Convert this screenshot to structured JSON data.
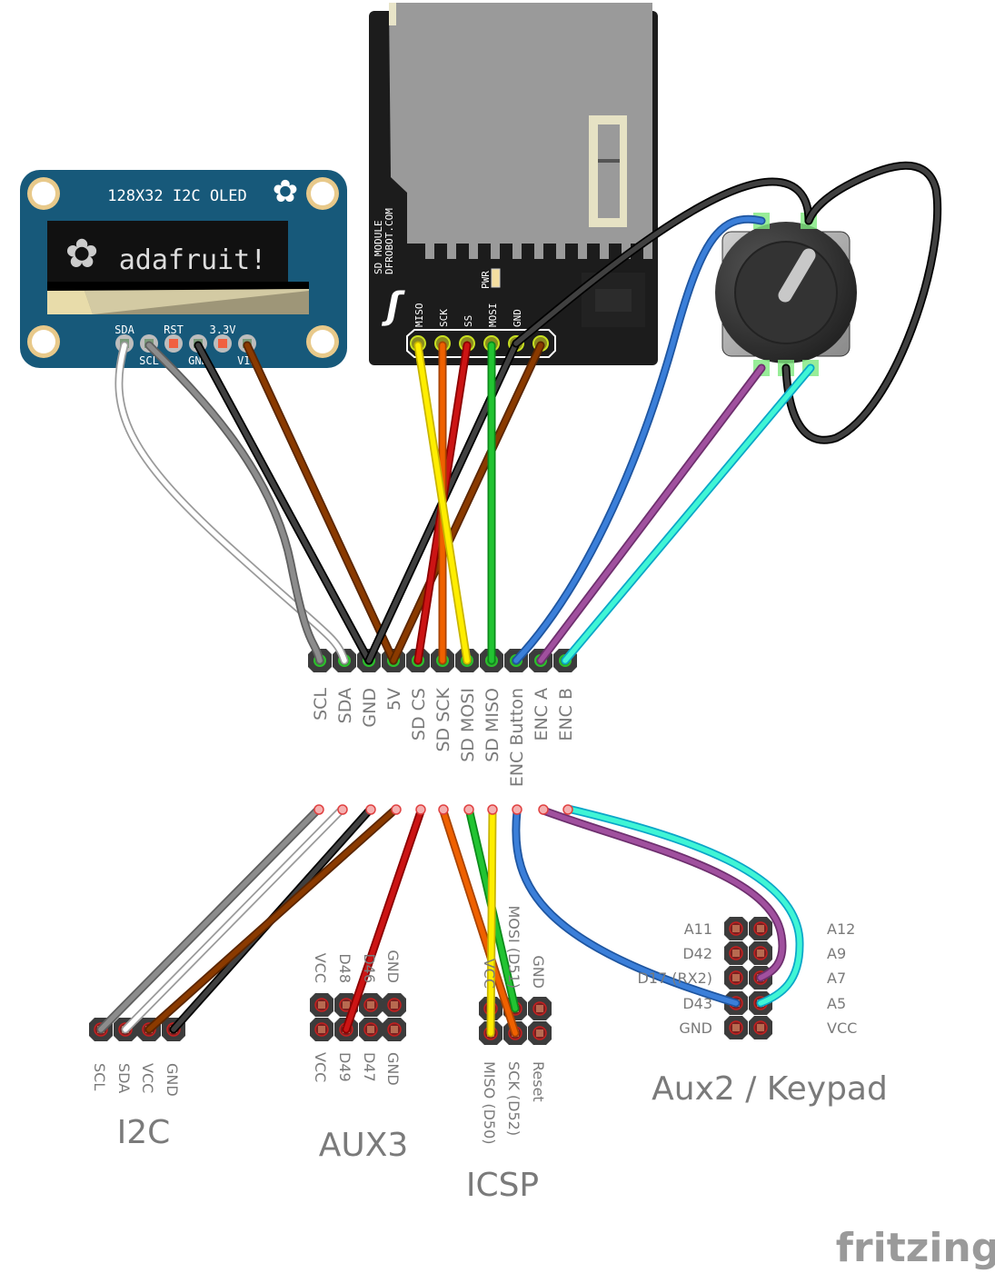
{
  "oled": {
    "title": "128X32 I2C OLED",
    "brand": "adafruit!",
    "pins_top": [
      "SDA",
      "RST",
      "3.3V"
    ],
    "pins_bottom": [
      "SCL",
      "GND",
      "VIN"
    ]
  },
  "sd_module": {
    "label_line1": "SD MODULE",
    "label_line2": "DFROBOT.COM",
    "led_label": "PWR",
    "pins": [
      "MISO",
      "SCK",
      "SS",
      "MOSI",
      "GND"
    ]
  },
  "main_header": {
    "labels": [
      "SCL",
      "SDA",
      "GND",
      "5V",
      "SD CS",
      "SD SCK",
      "SD MOSI",
      "SD MISO",
      "ENC Button",
      "ENC A",
      "ENC B"
    ]
  },
  "i2c": {
    "title": "I2C",
    "labels": [
      "SCL",
      "SDA",
      "VCC",
      "GND"
    ]
  },
  "aux3": {
    "title": "AUX3",
    "labels_top": [
      "VCC",
      "D48",
      "D46",
      "GND"
    ],
    "labels_bottom": [
      "VCC",
      "D49",
      "D47",
      "GND"
    ]
  },
  "icsp": {
    "title": "ICSP",
    "labels_top": [
      "VCC",
      "MOSI (D51)",
      "GND"
    ],
    "labels_bottom": [
      "MISO (D50)",
      "SCK (D52)",
      "Reset"
    ]
  },
  "aux2": {
    "title": "Aux2 / Keypad",
    "labels_left": [
      "A11",
      "D42",
      "D17 (RX2)",
      "D43",
      "GND"
    ],
    "labels_right": [
      "A12",
      "A9",
      "A7",
      "A5",
      "VCC"
    ]
  },
  "logo": "fritzing",
  "wire_colors": {
    "white": [
      "#ffffff",
      "#9a9a9a"
    ],
    "gray": [
      "#8c8c8c",
      "#5e5e5e"
    ],
    "black": [
      "#404040",
      "#000000"
    ],
    "brown": [
      "#8a3a00",
      "#5a2500"
    ],
    "red": [
      "#cc1414",
      "#8a0000"
    ],
    "orange": [
      "#ef6100",
      "#a84300"
    ],
    "yellow": [
      "#ffee00",
      "#c8b400"
    ],
    "green": [
      "#22c432",
      "#0b8a1a"
    ],
    "blue": [
      "#3b7fd9",
      "#1e55a0"
    ],
    "purple": [
      "#a0509e",
      "#6e2f6e"
    ],
    "cyan": [
      "#40f5d5",
      "#0aa6c8"
    ]
  }
}
